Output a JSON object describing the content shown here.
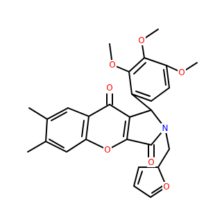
{
  "molecule": {
    "colors": {
      "bond": "#000000",
      "oxygen": "#ff0000",
      "background": "#ffffff"
    },
    "atom_labels": [
      {
        "id": "ketone-o-upper",
        "text": "O",
        "element": "oxygen"
      },
      {
        "id": "lactam-o-lower",
        "text": "O",
        "element": "oxygen"
      },
      {
        "id": "chromone-ring-o",
        "text": "O",
        "element": "oxygen"
      },
      {
        "id": "furan-ring-o",
        "text": "O",
        "element": "oxygen"
      },
      {
        "id": "methoxy-o-top-left",
        "text": "O",
        "element": "oxygen"
      },
      {
        "id": "methoxy-o-top-middle",
        "text": "O",
        "element": "oxygen"
      },
      {
        "id": "methoxy-o-right",
        "text": "O",
        "element": "oxygen"
      },
      {
        "id": "lactam-n",
        "text": "N",
        "element": "nitrogen"
      }
    ]
  }
}
